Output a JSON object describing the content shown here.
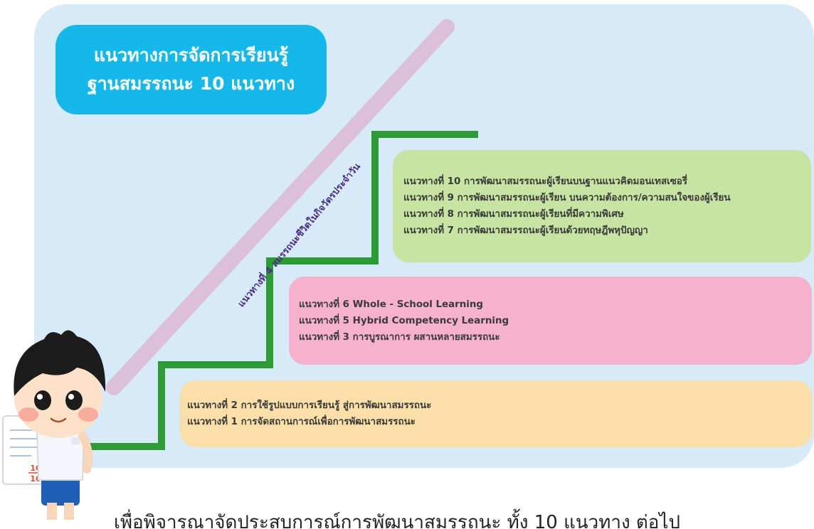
{
  "colors": {
    "panel": "#d7eaf8",
    "title_box": "#14b8ea",
    "stairs": "#2e9a35",
    "diagonal": "#dcc0da",
    "green_box": "#c8e4a3",
    "pink_box": "#f6b1cd",
    "orange_box": "#fadfa9"
  },
  "title": {
    "line1": "แนวทางการจัดการเรียนรู้",
    "line2": "ฐานสมรรถนะ 10 แนวทาง"
  },
  "diagonal_label": "แนวทางที่ 4 สมรรถนะชีวิตในกิจวัตรประจำวัน",
  "green_group": [
    "แนวทางที่ 10 การพัฒนาสมรรถนะผู้เรียนบนฐานแนวคิดมอนเทสเซอรี่",
    "แนวทางที่ 9 การพัฒนาสมรรถนะผู้เรียน บนความต้องการ/ความสนใจของผู้เรียน",
    "แนวทางที่ 8 การพัฒนาสมรรถนะผู้เรียนที่มีความพิเศษ",
    "แนวทางที่ 7 การพัฒนาสมรรถนะผู้เรียนด้วยทฤษฎีพหุปัญญา"
  ],
  "pink_group": [
    "แนวทางที่ 6 Whole - School Learning",
    "แนวทางที่ 5 Hybrid Competency Learning",
    "แนวทางที่ 3 การบูรณาการ ผสานหลายสมรรถนะ"
  ],
  "orange_group": [
    "แนวทางที่ 2 การใช้รูปแบบการเรียนรู้ สู่การพัฒนาสมรรถนะ",
    "แนวทางที่ 1 การจัดสถานการณ์เพื่อการพัฒนาสมรรถนะ"
  ],
  "score": {
    "top": "10",
    "bottom": "10"
  },
  "bottom_text": "เพื่อพิจารณาจัดประสบการณ์การพัฒนาสมรรถนะ ทั้ง 10 แนวทาง ต่อไป"
}
